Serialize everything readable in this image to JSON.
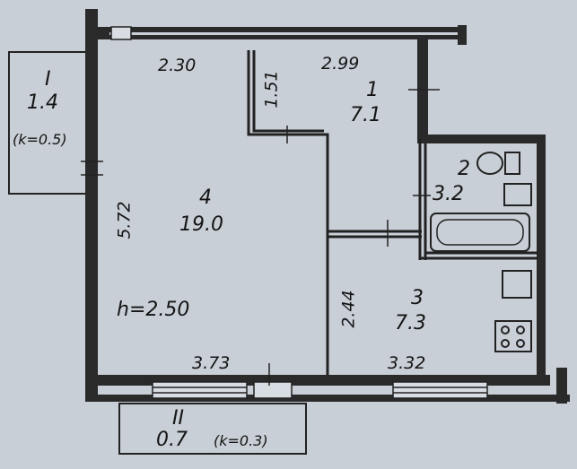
{
  "plan": {
    "balcony": {
      "number": "I",
      "area": "1.4",
      "coef": "(k=0.5)"
    },
    "loggia": {
      "number": "II",
      "area": "0.7",
      "coef": "(k=0.3)"
    },
    "rooms": [
      {
        "number": "1",
        "area": "7.1"
      },
      {
        "number": "2",
        "area": "3.2"
      },
      {
        "number": "3",
        "area": "7.3"
      },
      {
        "number": "4",
        "area": "19.0"
      }
    ],
    "dimensions": {
      "top_left": "2.30",
      "top_right": "2.99",
      "corridor_depth": "1.51",
      "left_height": "5.72",
      "bottom_left": "3.73",
      "bottom_right": "3.32",
      "kitchen_height": "2.44"
    },
    "ceiling_height": "h=2.50"
  }
}
